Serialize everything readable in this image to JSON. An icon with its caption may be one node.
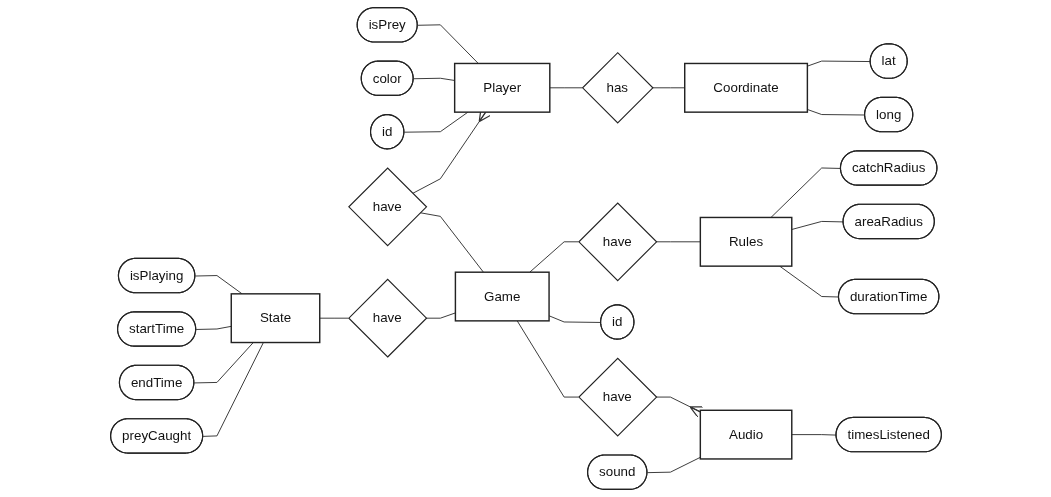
{
  "diagram": {
    "nodes": [
      {
        "text": [
          "isPrey"
        ]
      },
      {
        "text": [
          "color"
        ]
      },
      {
        "text": [
          "Player"
        ]
      },
      {
        "text": [
          "has"
        ]
      },
      {
        "text": [
          "Coordinate"
        ]
      },
      {
        "text": [
          "lat"
        ]
      },
      {
        "text": [
          "id"
        ]
      },
      {
        "text": [
          "long"
        ]
      },
      {
        "text": [
          "have"
        ]
      },
      {
        "text": [
          "isPlaying"
        ]
      },
      {
        "text": [
          "catchRadius"
        ]
      },
      {
        "text": [
          "startTime"
        ]
      },
      {
        "text": [
          "State"
        ]
      },
      {
        "text": [
          "have"
        ]
      },
      {
        "text": [
          "Game"
        ]
      },
      {
        "text": [
          "have"
        ]
      },
      {
        "text": [
          "Rules"
        ]
      },
      {
        "text": [
          "areaRadius"
        ]
      },
      {
        "text": [
          "endTime"
        ]
      },
      {
        "text": [
          "id"
        ]
      },
      {
        "text": [
          "preyCaught"
        ]
      },
      {
        "text": [
          "durationTime"
        ]
      },
      {
        "text": [
          "have"
        ]
      },
      {
        "text": [
          "sound"
        ]
      },
      {
        "text": [
          "Audio"
        ]
      },
      {
        "text": [
          "timesListened"
        ]
      }
    ],
    "edges": [
      {
        "from": 0,
        "to": 2,
        "arrow": "none"
      },
      {
        "from": 1,
        "to": 2,
        "arrow": "none"
      },
      {
        "from": 6,
        "to": 2,
        "arrow": "none"
      },
      {
        "from": 2,
        "to": 3,
        "arrow": "none"
      },
      {
        "from": 3,
        "to": 4,
        "arrow": "none"
      },
      {
        "from": 4,
        "to": 5,
        "arrow": "none"
      },
      {
        "from": 4,
        "to": 7,
        "arrow": "none"
      },
      {
        "from": 8,
        "to": 2,
        "arrow": "other"
      },
      {
        "from": 8,
        "to": 14,
        "arrow": "none"
      },
      {
        "from": 9,
        "to": 12,
        "arrow": "none"
      },
      {
        "from": 11,
        "to": 12,
        "arrow": "none"
      },
      {
        "from": 18,
        "to": 12,
        "arrow": "none"
      },
      {
        "from": 20,
        "to": 12,
        "arrow": "none"
      },
      {
        "from": 12,
        "to": 13,
        "arrow": "none"
      },
      {
        "from": 13,
        "to": 14,
        "arrow": "none"
      },
      {
        "from": 14,
        "to": 15,
        "arrow": "none"
      },
      {
        "from": 15,
        "to": 16,
        "arrow": "none"
      },
      {
        "from": 16,
        "to": 10,
        "arrow": "none"
      },
      {
        "from": 16,
        "to": 17,
        "arrow": "none"
      },
      {
        "from": 16,
        "to": 21,
        "arrow": "none"
      },
      {
        "from": 14,
        "to": 19,
        "arrow": "none"
      },
      {
        "from": 14,
        "to": 22,
        "arrow": "none"
      },
      {
        "from": 22,
        "to": 24,
        "arrow": "other"
      },
      {
        "from": 23,
        "to": 24,
        "arrow": "none"
      },
      {
        "from": 24,
        "to": 25,
        "arrow": "none"
      }
    ]
  }
}
